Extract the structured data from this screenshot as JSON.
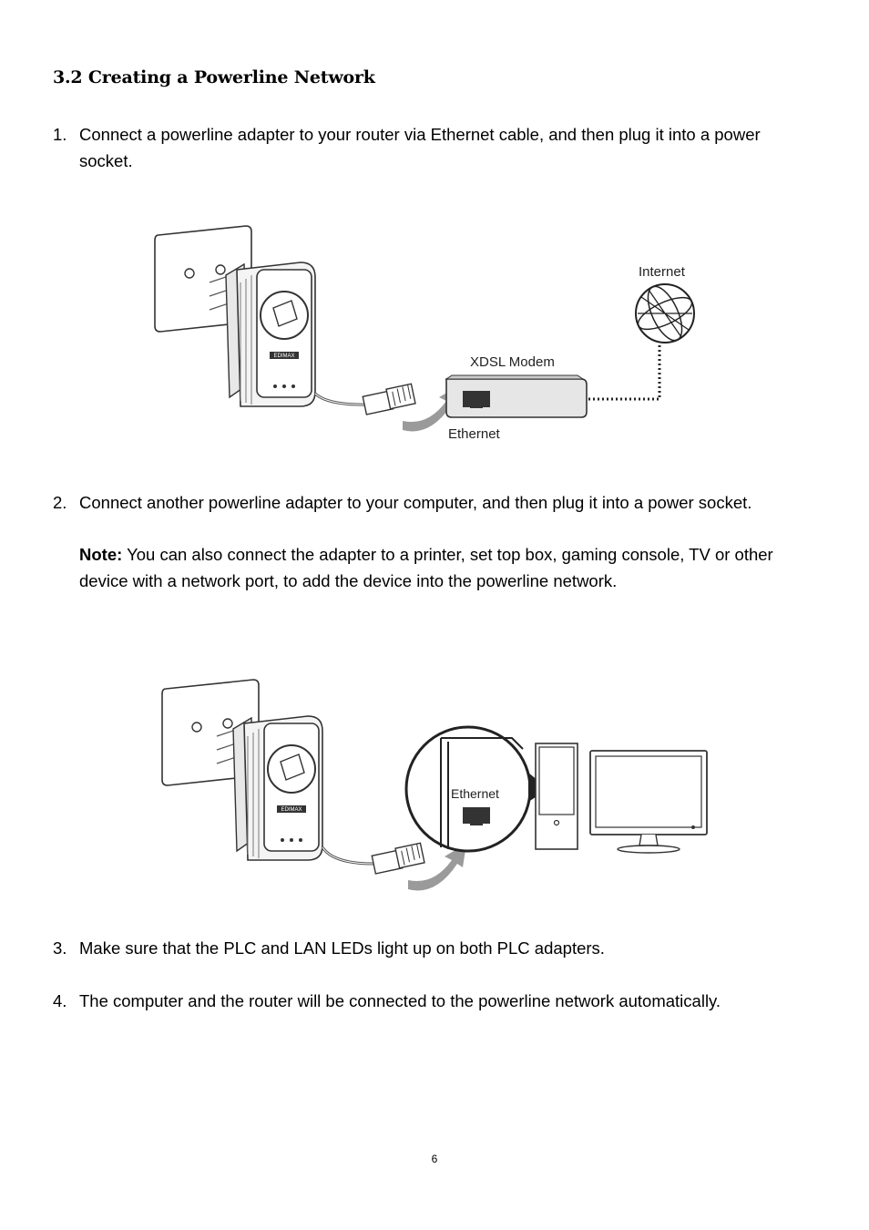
{
  "section": {
    "title": "3.2 Creating a Powerline Network"
  },
  "steps": [
    {
      "number": "1.",
      "text": "Connect a powerline adapter to your router via Ethernet cable, and then plug it into a power socket."
    },
    {
      "number": "2.",
      "text": "Connect another powerline adapter to your computer, and then plug it into a power socket.",
      "note_label": "Note:",
      "note_text": " You can also connect the adapter to a printer, set top box, gaming console, TV or other device with a network port, to add the device into the powerline network."
    },
    {
      "number": "3.",
      "text": "Make sure that the PLC and LAN LEDs light up on both PLC adapters."
    },
    {
      "number": "4.",
      "text": "The computer and the router will be connected to the powerline network automatically."
    }
  ],
  "figure1": {
    "internet_label": "Internet",
    "modem_label": "XDSL Modem",
    "ethernet_label": "Ethernet",
    "brand_label": "EDIMAX"
  },
  "figure2": {
    "ethernet_label": "Ethernet",
    "brand_label": "EDIMAX"
  },
  "page_number": "6"
}
